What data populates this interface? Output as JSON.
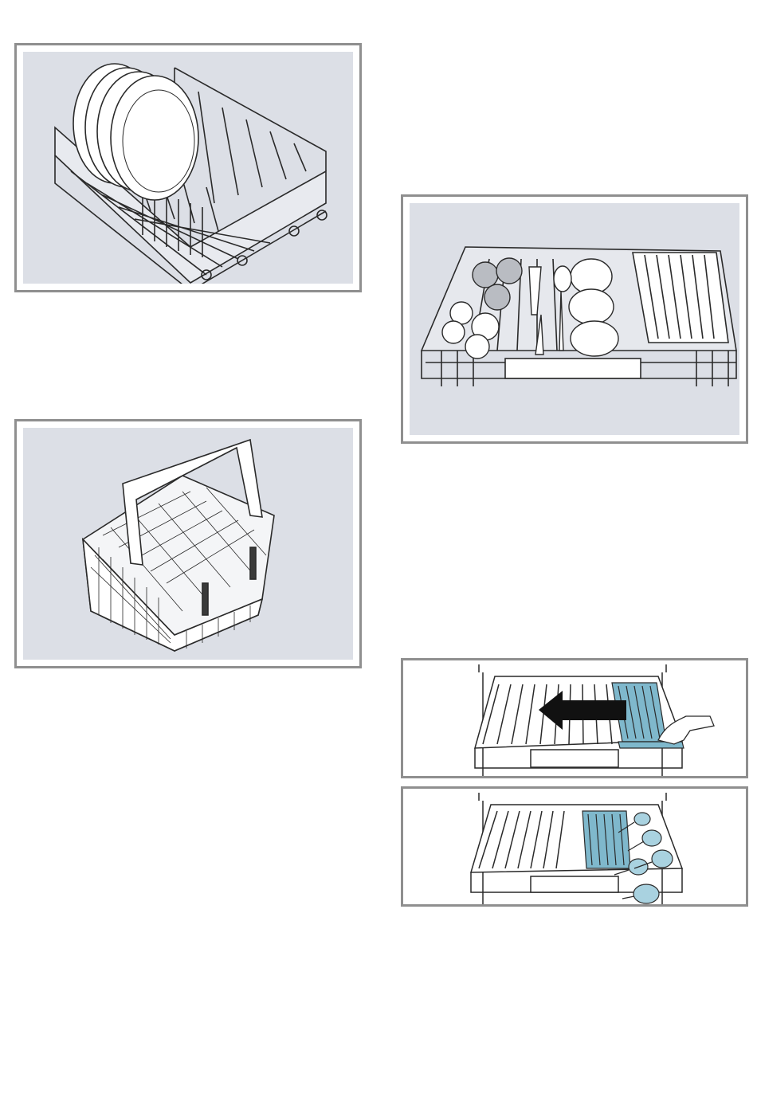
{
  "figures": [
    {
      "id": "lower-rack-with-plates",
      "icon": "dish-rack-plates-illustration"
    },
    {
      "id": "cutlery-basket",
      "icon": "cutlery-basket-illustration"
    },
    {
      "id": "upper-rack-with-cups",
      "icon": "upper-rack-cups-utensils-illustration"
    },
    {
      "id": "insert-slide-left",
      "icon": "rack-insert-slide-arrow-illustration"
    },
    {
      "id": "insert-with-glasses",
      "icon": "rack-insert-glasses-illustration"
    }
  ],
  "colors": {
    "panel_border": "#8f8f8f",
    "panel_fill": "#dcdfe6",
    "line": "#2a2a2a",
    "accent_blue": "#7fb8cc",
    "arrow": "#111111"
  }
}
